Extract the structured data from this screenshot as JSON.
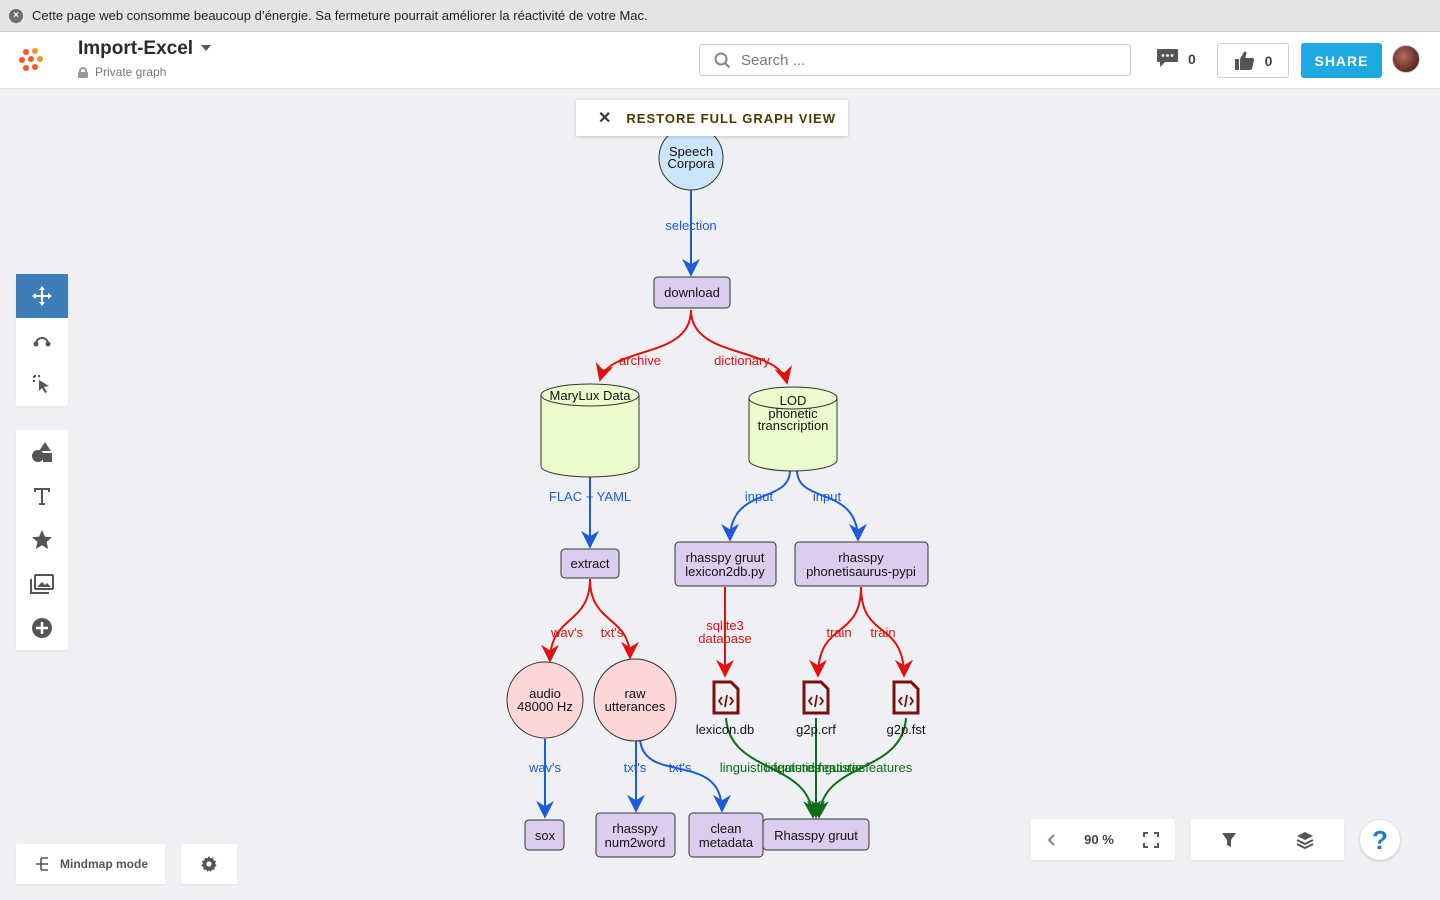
{
  "notification": {
    "text": "Cette page web consomme beaucoup d’énergie. Sa fermeture pourrait améliorer la réactivité de votre Mac."
  },
  "header": {
    "title": "Import-Excel",
    "privacy": "Private graph",
    "search_placeholder": "Search ...",
    "comments_count": "0",
    "likes_count": "0",
    "share_label": "SHARE"
  },
  "restore_button": {
    "label": "RESTORE FULL GRAPH VIEW"
  },
  "left_toolbar": {
    "top_tools": [
      "move-icon",
      "connect-icon",
      "select-icon"
    ],
    "bottom_tools": [
      "shapes-icon",
      "text-icon",
      "star-icon",
      "images-icon",
      "add-circle-icon"
    ]
  },
  "bottom": {
    "mindmap_label": "Mindmap mode",
    "zoom_level": "90 %"
  },
  "help_label": "?",
  "colors": {
    "blue_edge": "#1f5bd6",
    "red_edge": "#e01010",
    "green_edge": "#0d6b1a",
    "purple_node": "#dccdee",
    "green_node": "#ebfccc",
    "blue_node": "#cde5fa",
    "pink_node": "#fdd7d7",
    "file_icon": "#7a0f0f",
    "accent": "#1fa9e1"
  },
  "graph": {
    "nodes": {
      "speech_corpora": [
        "Speech",
        "Corpora"
      ],
      "download": [
        "download"
      ],
      "marylux": [
        "MaryLux Data"
      ],
      "lod": [
        "LOD",
        "phonetic",
        "transcription"
      ],
      "extract": [
        "extract"
      ],
      "lexicon2db": [
        "rhasspy gruut",
        "lexicon2db.py"
      ],
      "phonetisaurus": [
        "rhasspy",
        "phonetisaurus-pypi"
      ],
      "audio": [
        "audio",
        "48000 Hz"
      ],
      "raw": [
        "raw",
        "utterances"
      ],
      "lexicon_db": [
        "lexicon.db"
      ],
      "g2p_crf": [
        "g2p.crf"
      ],
      "g2p_fst": [
        "g2p.fst"
      ],
      "sox": [
        "sox"
      ],
      "num2word": [
        "rhasspy",
        "num2word"
      ],
      "clean": [
        "clean",
        "metadata"
      ],
      "gruut": [
        "Rhasspy gruut"
      ]
    },
    "edges": {
      "selection": "selection",
      "archive": "archive",
      "dictionary": "dictionary",
      "flac_yaml": "FLAC + YAML",
      "input1": "input",
      "input2": "input",
      "sqlite": [
        "sqlite3",
        "database"
      ],
      "train1": "train",
      "train2": "train",
      "wavs1": "wav's",
      "txts1": "txt's",
      "wavs2": "wav's",
      "txts2": "txt's",
      "txts3": "txt's",
      "ling1": "linguistic features",
      "ling2": "linguistic features",
      "ling3": "linguistic features"
    }
  }
}
